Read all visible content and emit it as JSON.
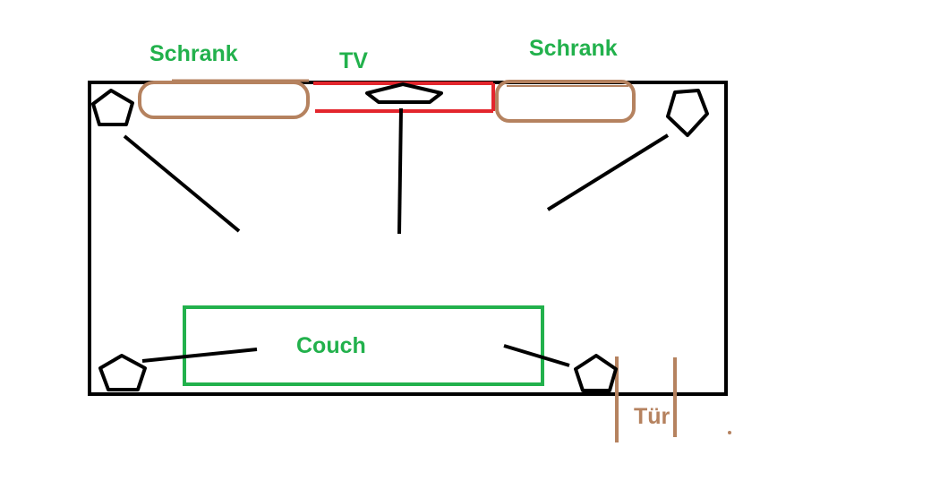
{
  "labels": {
    "cabinet_left": "Schrank",
    "cabinet_right": "Schrank",
    "tv": "TV",
    "couch": "Couch",
    "door": "Tür"
  },
  "colors": {
    "room": "#000000",
    "cabinet": "#b5825f",
    "tv": "#e3262d",
    "couch": "#22b14c",
    "label_green": "#22b14c",
    "label_door": "#b5825f",
    "speaker": "#000000",
    "speaker_line": "#000000"
  },
  "icons": {
    "speaker": "pentagon-speaker-icon"
  }
}
